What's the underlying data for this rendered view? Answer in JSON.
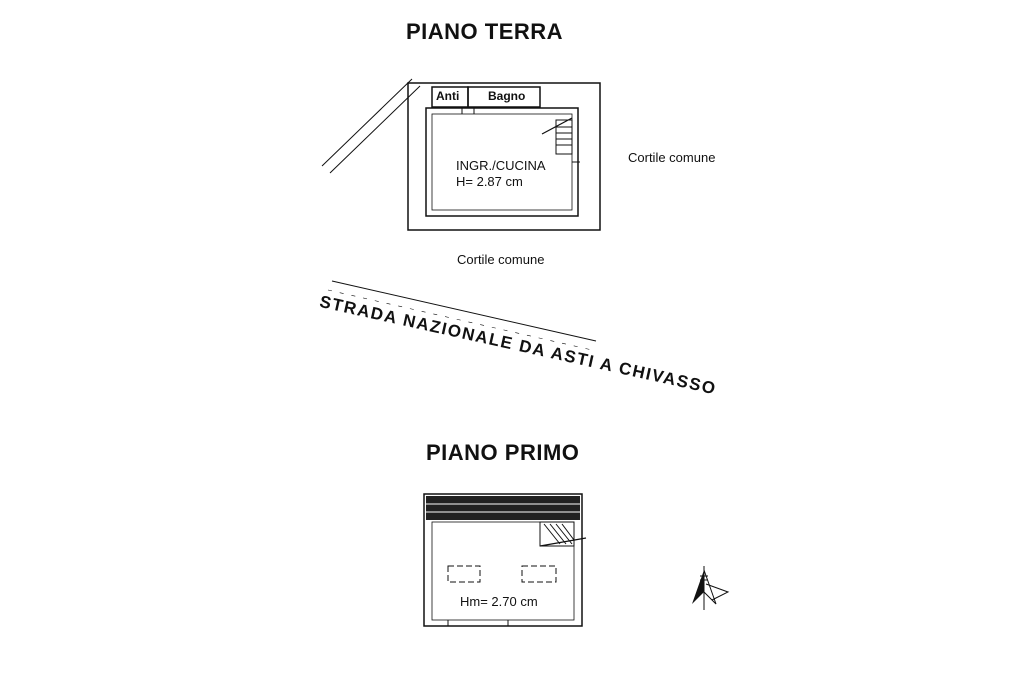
{
  "ground_floor": {
    "title": "PIANO TERRA",
    "rooms": {
      "anti": "Anti",
      "bagno": "Bagno",
      "ingresso_cucina": "INGR./CUCINA",
      "height": "H= 2.87 cm"
    },
    "courtyard_right": "Cortile comune",
    "courtyard_bottom": "Cortile comune"
  },
  "road": "STRADA NAZIONALE DA ASTI A CHIVASSO",
  "first_floor": {
    "title": "PIANO PRIMO",
    "height": "Hm= 2.70 cm"
  },
  "compass": {
    "icon": "north-arrow-icon"
  }
}
